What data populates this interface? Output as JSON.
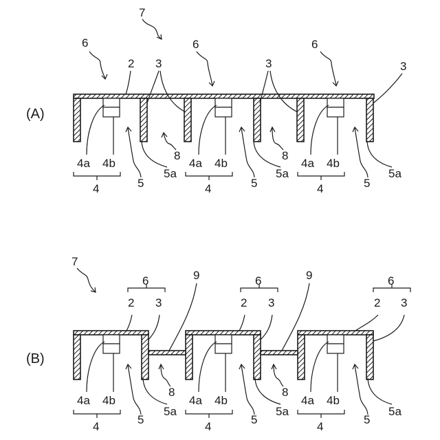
{
  "figure": {
    "panels": [
      {
        "id": "A",
        "label": "(A)",
        "callouts": {
          "whole_structure": "7",
          "unit": "6",
          "top_plate": "2",
          "partition": "3",
          "gap": "8",
          "element": "4",
          "element_a": "4a",
          "element_b": "4b",
          "cell": "5",
          "cell_edge": "5a"
        }
      },
      {
        "id": "B",
        "label": "(B)",
        "callouts": {
          "whole_structure": "7",
          "unit": "6",
          "top_plate": "2",
          "partition": "3",
          "bridge": "9",
          "gap": "8",
          "element": "4",
          "element_a": "4a",
          "element_b": "4b",
          "cell": "5",
          "cell_edge": "5a"
        }
      }
    ]
  }
}
